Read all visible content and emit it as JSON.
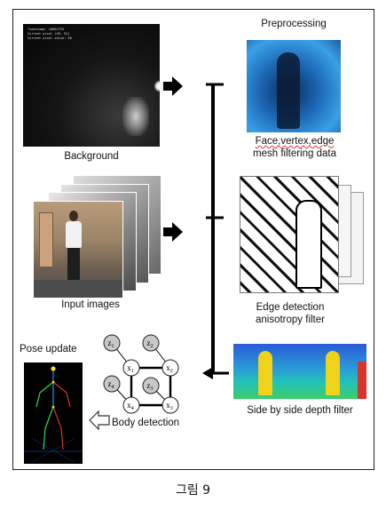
{
  "figure": {
    "caption": "그림 9"
  },
  "background_panel": {
    "label": "Background",
    "overlay_lines": [
      "Timestamp: 16662755",
      "Current pixel (49, 52)",
      "Current pixel value: 36"
    ]
  },
  "input_panel": {
    "label": "Input images"
  },
  "preprocessing_panel": {
    "title": "Preprocessing",
    "label_line1": "Face,vertex,edge",
    "label_line2": "mesh filtering data"
  },
  "edge_panel": {
    "label_line1": "Edge detection",
    "label_line2": "anisotropy filter"
  },
  "depth_panel": {
    "label": "Side by side depth filter"
  },
  "pose_panel": {
    "title": "Pose update"
  },
  "body_detection": {
    "label": "Body detection",
    "nodes": [
      {
        "id": "z1",
        "main": "z",
        "sub": "1",
        "type": "latent"
      },
      {
        "id": "z2",
        "main": "z",
        "sub": "2",
        "type": "latent"
      },
      {
        "id": "x1",
        "main": "x",
        "sub": "1",
        "type": "observed"
      },
      {
        "id": "x2",
        "main": "x",
        "sub": "2",
        "type": "observed"
      },
      {
        "id": "z4",
        "main": "z",
        "sub": "4",
        "type": "latent"
      },
      {
        "id": "z3",
        "main": "z",
        "sub": "3",
        "type": "latent"
      },
      {
        "id": "x4",
        "main": "x",
        "sub": "4",
        "type": "observed"
      },
      {
        "id": "x3",
        "main": "x",
        "sub": "3",
        "type": "observed"
      }
    ],
    "edges": [
      [
        "z1",
        "x1"
      ],
      [
        "z2",
        "x2"
      ],
      [
        "z4",
        "x4"
      ],
      [
        "z3",
        "x3"
      ],
      [
        "x1",
        "x2"
      ],
      [
        "x2",
        "x3"
      ],
      [
        "x3",
        "x4"
      ],
      [
        "x4",
        "x1"
      ]
    ]
  },
  "colors": {
    "arrow": "#000000",
    "latent_fill": "#c8c8c8",
    "observed_fill": "#ffffff",
    "skeleton_bg": "#000000"
  }
}
